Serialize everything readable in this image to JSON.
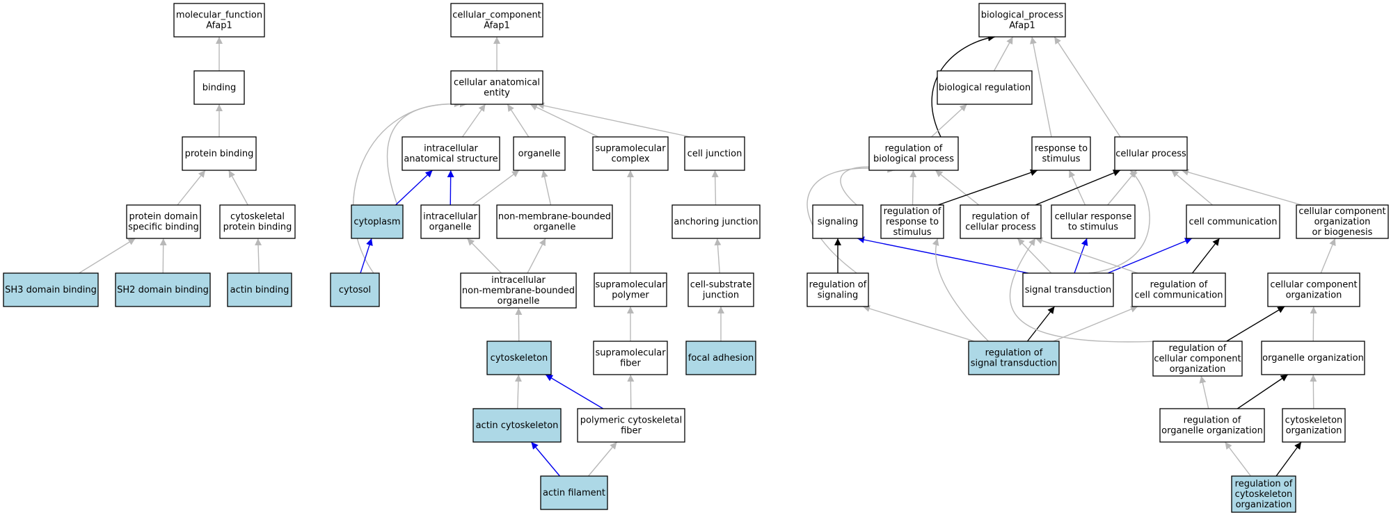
{
  "colors": {
    "annotated_fill": "#add8e6",
    "plain_fill": "#ffffff",
    "edge_gray": "#b8b8b8",
    "edge_black": "#000000",
    "edge_blue": "#0000ee"
  },
  "nodes": [
    {
      "id": "mf_root",
      "lines": [
        "molecular_function",
        "Afap1"
      ],
      "annotated": false
    },
    {
      "id": "binding",
      "lines": [
        "binding"
      ],
      "annotated": false
    },
    {
      "id": "protein_binding",
      "lines": [
        "protein binding"
      ],
      "annotated": false
    },
    {
      "id": "protein_domain_specific_binding",
      "lines": [
        "protein domain",
        "specific binding"
      ],
      "annotated": false
    },
    {
      "id": "cytoskeletal_protein_binding",
      "lines": [
        "cytoskeletal",
        "protein binding"
      ],
      "annotated": false
    },
    {
      "id": "sh3_domain_binding",
      "lines": [
        "SH3 domain binding"
      ],
      "annotated": true
    },
    {
      "id": "sh2_domain_binding",
      "lines": [
        "SH2 domain binding"
      ],
      "annotated": true
    },
    {
      "id": "actin_binding",
      "lines": [
        "actin binding"
      ],
      "annotated": true
    },
    {
      "id": "cc_root",
      "lines": [
        "cellular_component",
        "Afap1"
      ],
      "annotated": false
    },
    {
      "id": "cellular_anatomical_entity",
      "lines": [
        "cellular anatomical",
        "entity"
      ],
      "annotated": false
    },
    {
      "id": "intracellular_anatomical_structure",
      "lines": [
        "intracellular",
        "anatomical structure"
      ],
      "annotated": false
    },
    {
      "id": "organelle",
      "lines": [
        "organelle"
      ],
      "annotated": false
    },
    {
      "id": "supramolecular_complex",
      "lines": [
        "supramolecular",
        "complex"
      ],
      "annotated": false
    },
    {
      "id": "cell_junction",
      "lines": [
        "cell junction"
      ],
      "annotated": false
    },
    {
      "id": "cytoplasm",
      "lines": [
        "cytoplasm"
      ],
      "annotated": true
    },
    {
      "id": "intracellular_organelle",
      "lines": [
        "intracellular",
        "organelle"
      ],
      "annotated": false
    },
    {
      "id": "non_membrane_bounded_organelle",
      "lines": [
        "non-membrane-bounded",
        "organelle"
      ],
      "annotated": false
    },
    {
      "id": "anchoring_junction",
      "lines": [
        "anchoring junction"
      ],
      "annotated": false
    },
    {
      "id": "cytosol",
      "lines": [
        "cytosol"
      ],
      "annotated": true
    },
    {
      "id": "intracellular_nmb_organelle",
      "lines": [
        "intracellular",
        "non-membrane-bounded",
        "organelle"
      ],
      "annotated": false
    },
    {
      "id": "supramolecular_polymer",
      "lines": [
        "supramolecular",
        "polymer"
      ],
      "annotated": false
    },
    {
      "id": "cell_substrate_junction",
      "lines": [
        "cell-substrate",
        "junction"
      ],
      "annotated": false
    },
    {
      "id": "cytoskeleton",
      "lines": [
        "cytoskeleton"
      ],
      "annotated": true
    },
    {
      "id": "supramolecular_fiber",
      "lines": [
        "supramolecular",
        "fiber"
      ],
      "annotated": false
    },
    {
      "id": "focal_adhesion",
      "lines": [
        "focal adhesion"
      ],
      "annotated": true
    },
    {
      "id": "actin_cytoskeleton",
      "lines": [
        "actin cytoskeleton"
      ],
      "annotated": true
    },
    {
      "id": "polymeric_cytoskeletal_fiber",
      "lines": [
        "polymeric cytoskeletal",
        "fiber"
      ],
      "annotated": false
    },
    {
      "id": "actin_filament",
      "lines": [
        "actin filament"
      ],
      "annotated": true
    },
    {
      "id": "bp_root",
      "lines": [
        "biological_process",
        "Afap1"
      ],
      "annotated": false
    },
    {
      "id": "biological_regulation",
      "lines": [
        "biological regulation"
      ],
      "annotated": false
    },
    {
      "id": "regulation_of_biological_process",
      "lines": [
        "regulation of",
        "biological process"
      ],
      "annotated": false
    },
    {
      "id": "response_to_stimulus",
      "lines": [
        "response to",
        "stimulus"
      ],
      "annotated": false
    },
    {
      "id": "cellular_process",
      "lines": [
        "cellular process"
      ],
      "annotated": false
    },
    {
      "id": "signaling",
      "lines": [
        "signaling"
      ],
      "annotated": false
    },
    {
      "id": "regulation_of_response_to_stimulus",
      "lines": [
        "regulation of",
        "response to",
        "stimulus"
      ],
      "annotated": false
    },
    {
      "id": "regulation_of_cellular_process",
      "lines": [
        "regulation of",
        "cellular process"
      ],
      "annotated": false
    },
    {
      "id": "cellular_response_to_stimulus",
      "lines": [
        "cellular response",
        "to stimulus"
      ],
      "annotated": false
    },
    {
      "id": "cell_communication",
      "lines": [
        "cell communication"
      ],
      "annotated": false
    },
    {
      "id": "cellular_component_organization_or_biogenesis",
      "lines": [
        "cellular component",
        "organization",
        "or biogenesis"
      ],
      "annotated": false
    },
    {
      "id": "regulation_of_signaling",
      "lines": [
        "regulation of",
        "signaling"
      ],
      "annotated": false
    },
    {
      "id": "signal_transduction",
      "lines": [
        "signal transduction"
      ],
      "annotated": false
    },
    {
      "id": "regulation_of_cell_communication",
      "lines": [
        "regulation of",
        "cell communication"
      ],
      "annotated": false
    },
    {
      "id": "cellular_component_organization",
      "lines": [
        "cellular component",
        "organization"
      ],
      "annotated": false
    },
    {
      "id": "regulation_of_signal_transduction",
      "lines": [
        "regulation of",
        "signal transduction"
      ],
      "annotated": true
    },
    {
      "id": "regulation_of_cellular_component_organization",
      "lines": [
        "regulation of",
        "cellular component",
        "organization"
      ],
      "annotated": false
    },
    {
      "id": "organelle_organization",
      "lines": [
        "organelle organization"
      ],
      "annotated": false
    },
    {
      "id": "regulation_of_organelle_organization",
      "lines": [
        "regulation of",
        "organelle organization"
      ],
      "annotated": false
    },
    {
      "id": "cytoskeleton_organization",
      "lines": [
        "cytoskeleton",
        "organization"
      ],
      "annotated": false
    },
    {
      "id": "regulation_of_cytoskeleton_organization",
      "lines": [
        "regulation of",
        "cytoskeleton",
        "organization"
      ],
      "annotated": true
    }
  ],
  "edges": [
    {
      "from": "binding",
      "to": "mf_root",
      "type": "is_a"
    },
    {
      "from": "protein_binding",
      "to": "binding",
      "type": "is_a"
    },
    {
      "from": "protein_domain_specific_binding",
      "to": "protein_binding",
      "type": "is_a"
    },
    {
      "from": "cytoskeletal_protein_binding",
      "to": "protein_binding",
      "type": "is_a"
    },
    {
      "from": "sh3_domain_binding",
      "to": "protein_domain_specific_binding",
      "type": "is_a"
    },
    {
      "from": "sh2_domain_binding",
      "to": "protein_domain_specific_binding",
      "type": "is_a"
    },
    {
      "from": "actin_binding",
      "to": "cytoskeletal_protein_binding",
      "type": "is_a"
    },
    {
      "from": "cellular_anatomical_entity",
      "to": "cc_root",
      "type": "is_a"
    },
    {
      "from": "intracellular_anatomical_structure",
      "to": "cellular_anatomical_entity",
      "type": "is_a"
    },
    {
      "from": "organelle",
      "to": "cellular_anatomical_entity",
      "type": "is_a"
    },
    {
      "from": "supramolecular_complex",
      "to": "cellular_anatomical_entity",
      "type": "is_a"
    },
    {
      "from": "cell_junction",
      "to": "cellular_anatomical_entity",
      "type": "is_a"
    },
    {
      "from": "cytoplasm",
      "to": "cellular_anatomical_entity",
      "type": "is_a"
    },
    {
      "from": "cytosol",
      "to": "cellular_anatomical_entity",
      "type": "is_a"
    },
    {
      "from": "cytoplasm",
      "to": "intracellular_anatomical_structure",
      "type": "part_of"
    },
    {
      "from": "intracellular_organelle",
      "to": "intracellular_anatomical_structure",
      "type": "part_of"
    },
    {
      "from": "intracellular_organelle",
      "to": "organelle",
      "type": "is_a"
    },
    {
      "from": "non_membrane_bounded_organelle",
      "to": "organelle",
      "type": "is_a"
    },
    {
      "from": "cytosol",
      "to": "cytoplasm",
      "type": "part_of"
    },
    {
      "from": "intracellular_nmb_organelle",
      "to": "intracellular_organelle",
      "type": "is_a"
    },
    {
      "from": "intracellular_nmb_organelle",
      "to": "non_membrane_bounded_organelle",
      "type": "is_a"
    },
    {
      "from": "supramolecular_polymer",
      "to": "supramolecular_complex",
      "type": "is_a"
    },
    {
      "from": "anchoring_junction",
      "to": "cell_junction",
      "type": "is_a"
    },
    {
      "from": "cell_substrate_junction",
      "to": "anchoring_junction",
      "type": "is_a"
    },
    {
      "from": "cytoskeleton",
      "to": "intracellular_nmb_organelle",
      "type": "is_a"
    },
    {
      "from": "supramolecular_fiber",
      "to": "supramolecular_polymer",
      "type": "is_a"
    },
    {
      "from": "focal_adhesion",
      "to": "cell_substrate_junction",
      "type": "is_a"
    },
    {
      "from": "actin_cytoskeleton",
      "to": "cytoskeleton",
      "type": "is_a"
    },
    {
      "from": "polymeric_cytoskeletal_fiber",
      "to": "cytoskeleton",
      "type": "part_of"
    },
    {
      "from": "polymeric_cytoskeletal_fiber",
      "to": "supramolecular_fiber",
      "type": "is_a"
    },
    {
      "from": "actin_filament",
      "to": "actin_cytoskeleton",
      "type": "part_of"
    },
    {
      "from": "actin_filament",
      "to": "polymeric_cytoskeletal_fiber",
      "type": "is_a"
    },
    {
      "from": "biological_regulation",
      "to": "bp_root",
      "type": "is_a"
    },
    {
      "from": "response_to_stimulus",
      "to": "bp_root",
      "type": "is_a"
    },
    {
      "from": "cellular_process",
      "to": "bp_root",
      "type": "is_a"
    },
    {
      "from": "regulation_of_biological_process",
      "to": "bp_root",
      "type": "regulates"
    },
    {
      "from": "regulation_of_biological_process",
      "to": "biological_regulation",
      "type": "is_a"
    },
    {
      "from": "signaling",
      "to": "regulation_of_biological_process",
      "type": "is_a"
    },
    {
      "from": "regulation_of_response_to_stimulus",
      "to": "regulation_of_biological_process",
      "type": "is_a"
    },
    {
      "from": "regulation_of_cellular_process",
      "to": "regulation_of_biological_process",
      "type": "is_a"
    },
    {
      "from": "regulation_of_signaling",
      "to": "regulation_of_biological_process",
      "type": "is_a"
    },
    {
      "from": "regulation_of_response_to_stimulus",
      "to": "response_to_stimulus",
      "type": "regulates"
    },
    {
      "from": "cellular_response_to_stimulus",
      "to": "response_to_stimulus",
      "type": "is_a"
    },
    {
      "from": "regulation_of_cellular_process",
      "to": "cellular_process",
      "type": "regulates"
    },
    {
      "from": "cellular_response_to_stimulus",
      "to": "cellular_process",
      "type": "is_a"
    },
    {
      "from": "cell_communication",
      "to": "cellular_process",
      "type": "is_a"
    },
    {
      "from": "cellular_component_organization_or_biogenesis",
      "to": "cellular_process",
      "type": "is_a"
    },
    {
      "from": "signal_transduction",
      "to": "cellular_process",
      "type": "is_a"
    },
    {
      "from": "regulation_of_signaling",
      "to": "signaling",
      "type": "regulates"
    },
    {
      "from": "signal_transduction",
      "to": "signaling",
      "type": "part_of"
    },
    {
      "from": "signal_transduction",
      "to": "cellular_response_to_stimulus",
      "type": "part_of"
    },
    {
      "from": "signal_transduction",
      "to": "cell_communication",
      "type": "part_of"
    },
    {
      "from": "signal_transduction",
      "to": "regulation_of_cellular_process",
      "type": "is_a"
    },
    {
      "from": "regulation_of_cell_communication",
      "to": "cell_communication",
      "type": "regulates"
    },
    {
      "from": "regulation_of_cell_communication",
      "to": "regulation_of_cellular_process",
      "type": "is_a"
    },
    {
      "from": "cellular_component_organization",
      "to": "cellular_component_organization_or_biogenesis",
      "type": "is_a"
    },
    {
      "from": "regulation_of_signal_transduction",
      "to": "regulation_of_signaling",
      "type": "is_a"
    },
    {
      "from": "regulation_of_signal_transduction",
      "to": "signal_transduction",
      "type": "regulates"
    },
    {
      "from": "regulation_of_signal_transduction",
      "to": "regulation_of_cell_communication",
      "type": "is_a"
    },
    {
      "from": "regulation_of_signal_transduction",
      "to": "regulation_of_response_to_stimulus",
      "type": "is_a"
    },
    {
      "from": "regulation_of_cellular_component_organization",
      "to": "cellular_component_organization",
      "type": "regulates"
    },
    {
      "from": "regulation_of_cellular_component_organization",
      "to": "regulation_of_cellular_process",
      "type": "is_a"
    },
    {
      "from": "organelle_organization",
      "to": "cellular_component_organization",
      "type": "is_a"
    },
    {
      "from": "regulation_of_organelle_organization",
      "to": "regulation_of_cellular_component_organization",
      "type": "is_a"
    },
    {
      "from": "regulation_of_organelle_organization",
      "to": "organelle_organization",
      "type": "regulates"
    },
    {
      "from": "cytoskeleton_organization",
      "to": "organelle_organization",
      "type": "is_a"
    },
    {
      "from": "regulation_of_cytoskeleton_organization",
      "to": "regulation_of_organelle_organization",
      "type": "is_a"
    },
    {
      "from": "regulation_of_cytoskeleton_organization",
      "to": "cytoskeleton_organization",
      "type": "regulates"
    }
  ]
}
